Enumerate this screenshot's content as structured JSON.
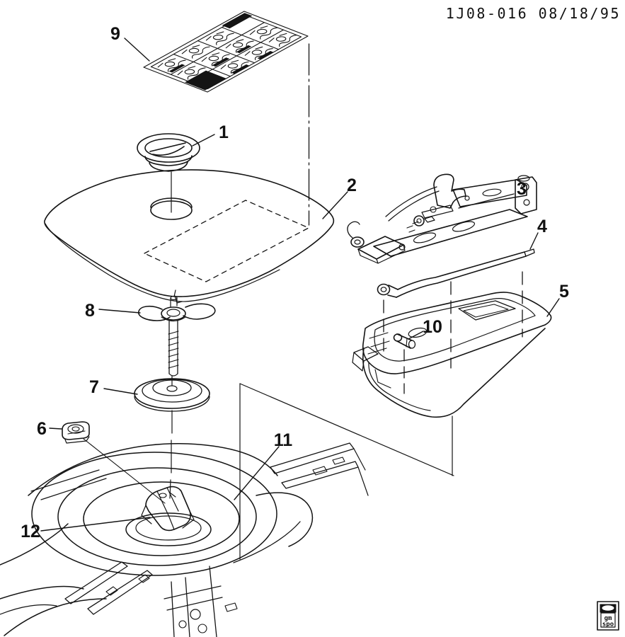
{
  "header": {
    "text": "1J08-016 08/18/95"
  },
  "callouts": {
    "n1": "1",
    "n2": "2",
    "n3": "3",
    "n4": "4",
    "n5": "5",
    "n6": "6",
    "n7": "7",
    "n8": "8",
    "n9": "9",
    "n10": "10",
    "n11": "11",
    "n12": "12"
  },
  "logo": {
    "line1": "gm",
    "line2": "spo"
  }
}
